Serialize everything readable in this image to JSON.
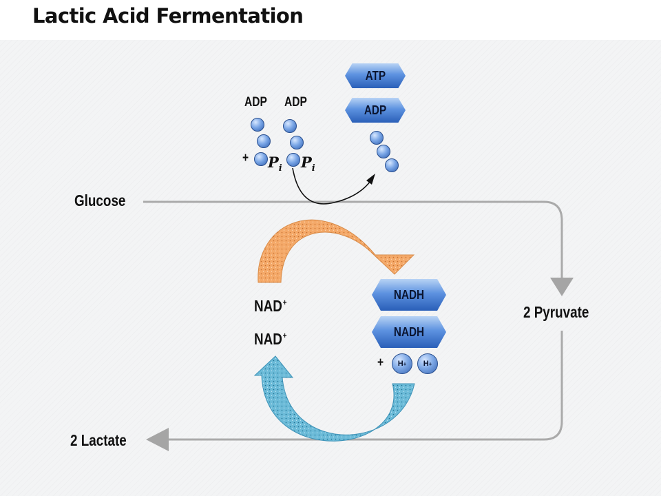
{
  "title": "Lactic Acid Fermentation",
  "labels": {
    "glucose": "Glucose",
    "pyruvate": "2 Pyruvate",
    "lactate": "2 Lactate",
    "nad_1": "NAD",
    "nad_2": "NAD",
    "nad_superscript": "+",
    "adp_left": "ADP",
    "adp_right": "ADP",
    "plus_pi": "+",
    "plus_h": "+",
    "pi_letter": "P",
    "pi_sub": "i"
  },
  "hexagons": {
    "atp": "ATP",
    "adp": "ADP",
    "nadh_1": "NADH",
    "nadh_2": "NADH"
  },
  "protons": {
    "h": "H",
    "sup": "+"
  },
  "colors": {
    "flow_line": "#aaaaaa",
    "orange_arrow": "#f2a366",
    "blue_arrow": "#5aaed0",
    "hex_blue": "#4a7fd4"
  }
}
